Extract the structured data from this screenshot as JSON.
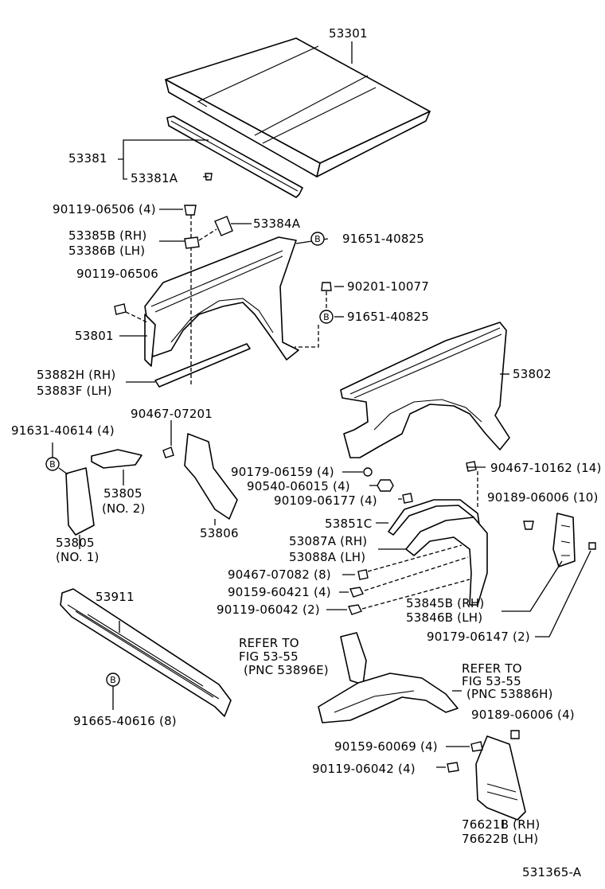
{
  "diagram": {
    "id_code": "531365-A",
    "parts": {
      "hood": "53301",
      "hood_seal": "53381",
      "hood_seal_clip": "53381A",
      "bolt_90119_06506_4": "90119-06506 (4)",
      "bracket": "53384A",
      "hinge_rh": "53385B (RH)",
      "hinge_lh": "53386B (LH)",
      "nut_91651_a": "91651-40825",
      "bolt_90119_06506": "90119-06506",
      "clip_90201": "90201-10077",
      "nut_91651_b": "91651-40825",
      "fender_lh": "53801",
      "seal_rh": "53882H (RH)",
      "seal_lh": "53883F (LH)",
      "fender_rh": "53802",
      "nut_91631": "91631-40614 (4)",
      "clip_90467_07201": "90467-07201",
      "shield_no2": "53805",
      "shield_no2_note": "(NO. 2)",
      "shield_no1": "53805",
      "shield_no1_note": "(NO. 1)",
      "splash_53806": "53806",
      "screw_90179_06159": "90179-06159 (4)",
      "nut_90540": "90540-06015 (4)",
      "screw_90109": "90109-06177 (4)",
      "clip_90467_10162": "90467-10162 (14)",
      "molding_53851c": "53851C",
      "flare_rh": "53087A (RH)",
      "flare_lh": "53088A (LH)",
      "clip_90189_06006_10": "90189-06006 (10)",
      "clip_90467_07082": "90467-07082 (8)",
      "screw_90159_60421": "90159-60421 (4)",
      "bolt_90119_06042_2": "90119-06042 (2)",
      "liner_rh": "53845B (RH)",
      "liner_lh": "53846B (LH)",
      "screw_90179_06147": "90179-06147 (2)",
      "support_53911": "53911",
      "nut_91665": "91665-40616 (8)",
      "ref_left_1": "REFER TO",
      "ref_left_2": "FIG 53-55",
      "ref_left_3": "(PNC 53896E)",
      "ref_right_1": "REFER TO",
      "ref_right_2": "FIG 53-55",
      "ref_right_3": "(PNC 53886H)",
      "clip_90189_06006_4": "90189-06006 (4)",
      "screw_90159_60069": "90159-60069 (4)",
      "bolt_90119_06042_4": "90119-06042 (4)",
      "mudguard_rh": "76621B (RH)",
      "mudguard_lh": "76622B (LH)"
    },
    "marker_letter": "B"
  }
}
